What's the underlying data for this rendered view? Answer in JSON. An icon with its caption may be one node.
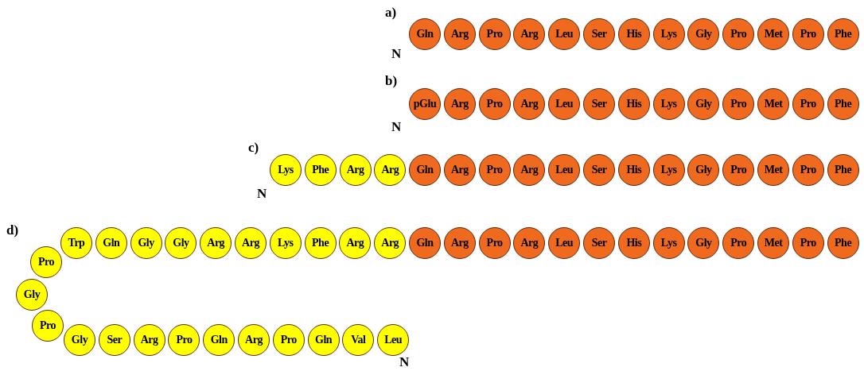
{
  "diagram": {
    "nodes": [
      {
        "text": [
          "Gln"
        ]
      },
      {
        "text": [
          "Arg"
        ]
      },
      {
        "text": [
          "Pro"
        ]
      },
      {
        "text": [
          "Arg"
        ]
      },
      {
        "text": [
          "Leu"
        ]
      },
      {
        "text": [
          "Ser"
        ]
      },
      {
        "text": [
          "His"
        ]
      },
      {
        "text": [
          "Lys"
        ]
      },
      {
        "text": [
          "Gly"
        ]
      },
      {
        "text": [
          "Pro"
        ]
      },
      {
        "text": [
          "Met"
        ]
      },
      {
        "text": [
          "Pro"
        ]
      },
      {
        "text": [
          "Phe"
        ]
      },
      {
        "text": [
          "pGlu"
        ]
      },
      {
        "text": [
          "Arg"
        ]
      },
      {
        "text": [
          "Pro"
        ]
      },
      {
        "text": [
          "Arg"
        ]
      },
      {
        "text": [
          "Leu"
        ]
      },
      {
        "text": [
          "Ser"
        ]
      },
      {
        "text": [
          "His"
        ]
      },
      {
        "text": [
          "Lys"
        ]
      },
      {
        "text": [
          "Gly"
        ]
      },
      {
        "text": [
          "Pro"
        ]
      },
      {
        "text": [
          "Met"
        ]
      },
      {
        "text": [
          "Pro"
        ]
      },
      {
        "text": [
          "Phe"
        ]
      },
      {
        "text": [
          "Lys"
        ]
      },
      {
        "text": [
          "Phe"
        ]
      },
      {
        "text": [
          "Arg"
        ]
      },
      {
        "text": [
          "Arg"
        ]
      },
      {
        "text": [
          "Gln"
        ]
      },
      {
        "text": [
          "Arg"
        ]
      },
      {
        "text": [
          "Pro"
        ]
      },
      {
        "text": [
          "Arg"
        ]
      },
      {
        "text": [
          "Leu"
        ]
      },
      {
        "text": [
          "Ser"
        ]
      },
      {
        "text": [
          "His"
        ]
      },
      {
        "text": [
          "Lys"
        ]
      },
      {
        "text": [
          "Gly"
        ]
      },
      {
        "text": [
          "Pro"
        ]
      },
      {
        "text": [
          "Met"
        ]
      },
      {
        "text": [
          "Pro"
        ]
      },
      {
        "text": [
          "Phe"
        ]
      },
      {
        "text": [
          "Trp"
        ]
      },
      {
        "text": [
          "Gln"
        ]
      },
      {
        "text": [
          "Gly"
        ]
      },
      {
        "text": [
          "Gly"
        ]
      },
      {
        "text": [
          "Arg"
        ]
      },
      {
        "text": [
          "Arg"
        ]
      },
      {
        "text": [
          "Lys"
        ]
      },
      {
        "text": [
          "Phe"
        ]
      },
      {
        "text": [
          "Arg"
        ]
      },
      {
        "text": [
          "Arg"
        ]
      },
      {
        "text": [
          "Gln"
        ]
      },
      {
        "text": [
          "Arg"
        ]
      },
      {
        "text": [
          "Pro"
        ]
      },
      {
        "text": [
          "Arg"
        ]
      },
      {
        "text": [
          "Leu"
        ]
      },
      {
        "text": [
          "Ser"
        ]
      },
      {
        "text": [
          "His"
        ]
      },
      {
        "text": [
          "Lys"
        ]
      },
      {
        "text": [
          "Gly"
        ]
      },
      {
        "text": [
          "Pro"
        ]
      },
      {
        "text": [
          "Met"
        ]
      },
      {
        "text": [
          "Pro"
        ]
      },
      {
        "text": [
          "Phe"
        ]
      },
      {
        "text": [
          "Pro"
        ]
      },
      {
        "text": [
          "Gly"
        ]
      },
      {
        "text": [
          "Pro"
        ]
      },
      {
        "text": [
          "Gly"
        ]
      },
      {
        "text": [
          "Ser"
        ]
      },
      {
        "text": [
          "Arg"
        ]
      },
      {
        "text": [
          "Pro"
        ]
      },
      {
        "text": [
          "Gln"
        ]
      },
      {
        "text": [
          "Arg"
        ]
      },
      {
        "text": [
          "Pro"
        ]
      },
      {
        "text": [
          "Gln"
        ]
      },
      {
        "text": [
          "Val"
        ]
      },
      {
        "text": [
          "Leu"
        ]
      }
    ],
    "labels": [
      "a)",
      "N",
      "b)",
      "N",
      "c)",
      "N",
      "d)",
      "N"
    ]
  }
}
